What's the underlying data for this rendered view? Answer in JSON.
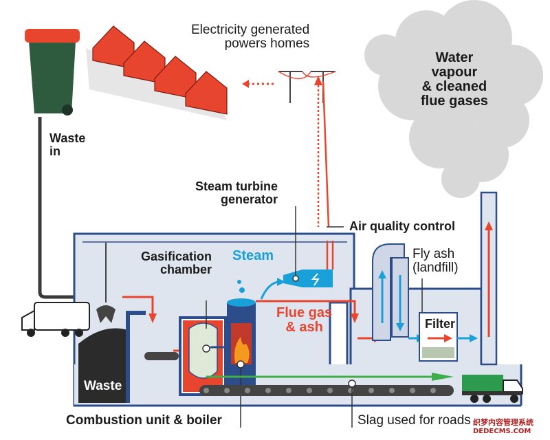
{
  "labels": {
    "electricity": [
      "Electricity generated",
      "powers homes"
    ],
    "water_vapour": [
      "Water",
      "vapour",
      "& cleaned",
      "flue gases"
    ],
    "waste_in": [
      "Waste",
      "in"
    ],
    "steam_turbine": [
      "Steam turbine",
      "generator"
    ],
    "air_quality": "Air quality control",
    "gasification": [
      "Gasification",
      "chamber"
    ],
    "steam": "Steam",
    "fly_ash": [
      "Fly ash",
      "(landfill)"
    ],
    "flue_gas": [
      "Flue gas",
      "& ash"
    ],
    "filter": "Filter",
    "waste_pile": "Waste",
    "combustion": "Combustion unit & boiler",
    "slag": "Slag used for roads"
  },
  "watermark": [
    "织梦内容管理系统",
    "DEDECMS.COM"
  ],
  "colors": {
    "outline": "#2d4d8a",
    "building_fill": "#dfe5ef",
    "arrow_red": "#e8452f",
    "arrow_blue": "#1aa0d8",
    "arrow_green": "#3fae49",
    "bin": "#2e5a3e",
    "bin_lid": "#e8452f",
    "houses": "#e8452f",
    "truck_green": "#2d9b4e",
    "smoke": "#d6d6d6",
    "fire": "#f39a1e"
  },
  "icons": [
    "wheelie-bin-icon",
    "houses-icon",
    "power-pylon-icon",
    "garbage-truck-icon",
    "grabber-claw-icon",
    "tipper-truck-icon",
    "flame-icon",
    "turbine-icon",
    "smoke-cloud-icon"
  ]
}
